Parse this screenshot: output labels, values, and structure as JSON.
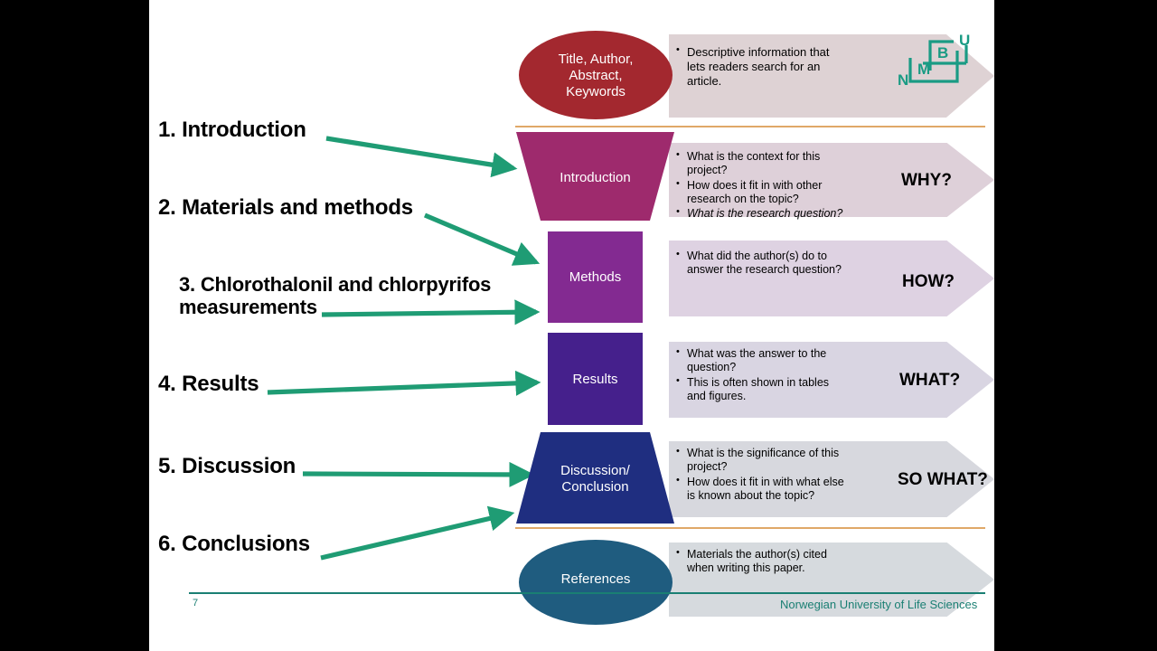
{
  "slide": {
    "page_number": "7",
    "footer_text": "Norwegian University of Life Sciences",
    "logo": {
      "name": "nmbu-logo",
      "letters": [
        "N",
        "M",
        "B",
        "U"
      ],
      "color": "#1a9b84"
    },
    "separator_color": "#e0a868",
    "accent_color": "#1a7f73"
  },
  "outline": {
    "items": [
      {
        "label": "1.  Introduction"
      },
      {
        "label": "2.  Materials and methods"
      },
      {
        "label": "3. Chlorothalonil and chlorpyrifos\nmeasurements"
      },
      {
        "label": "4. Results"
      },
      {
        "label": "5. Discussion"
      },
      {
        "label": "6. Conclusions"
      }
    ]
  },
  "diagram": {
    "sections": [
      {
        "shape_label": "Title, Author,\nAbstract,\nKeywords",
        "shape_type": "ellipse",
        "color": "#a3282f",
        "bullets": [
          {
            "text": "Descriptive information that lets readers search for an article.",
            "italic": false
          }
        ],
        "question_word": ""
      },
      {
        "shape_label": "Introduction",
        "shape_type": "funnel-down",
        "color": "#9e2a6d",
        "bullets": [
          {
            "text": "What is the context for this project?",
            "italic": false
          },
          {
            "text": "How does it fit in with other research on the topic?",
            "italic": false
          },
          {
            "text": "What is the research question?",
            "italic": true
          }
        ],
        "question_word": "WHY?"
      },
      {
        "shape_label": "Methods",
        "shape_type": "rect",
        "color": "#832a91",
        "bullets": [
          {
            "text": "What did the author(s) do to answer the research question?",
            "italic": false
          }
        ],
        "question_word": "HOW?"
      },
      {
        "shape_label": "Results",
        "shape_type": "rect",
        "color": "#45208c",
        "bullets": [
          {
            "text": "What was the answer to the question?",
            "italic": false
          },
          {
            "text": "This is often shown in tables and figures.",
            "italic": false
          }
        ],
        "question_word": "WHAT?"
      },
      {
        "shape_label": "Discussion/\nConclusion",
        "shape_type": "funnel-up",
        "color": "#1f2e80",
        "bullets": [
          {
            "text": "What is the significance of this project?",
            "italic": false
          },
          {
            "text": "How does it fit in with what else is known about the topic?",
            "italic": false
          }
        ],
        "question_word": "SO WHAT?"
      },
      {
        "shape_label": "References",
        "shape_type": "ellipse",
        "color": "#1f5c7f",
        "bullets": [
          {
            "text": "Materials the author(s) cited when writing this paper.",
            "italic": false
          }
        ],
        "question_word": ""
      }
    ]
  }
}
